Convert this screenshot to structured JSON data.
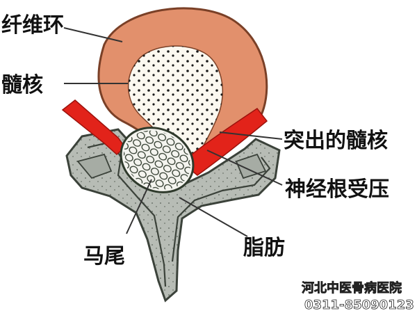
{
  "labels": {
    "annulus": "纤维环",
    "nucleus": "髓核",
    "herniated_nucleus": "突出的髓核",
    "nerve_root": "神经根受压",
    "cauda_equina": "马尾",
    "fat": "脂肪"
  },
  "watermark": {
    "hospital": "河北中医骨病医院",
    "phone": "0311-85090123"
  },
  "colors": {
    "annulus": "#e2906c",
    "nucleus": "#fbf8f0",
    "nerve": "#e2231a",
    "bone": "#b7bcb5",
    "line": "#333333"
  }
}
